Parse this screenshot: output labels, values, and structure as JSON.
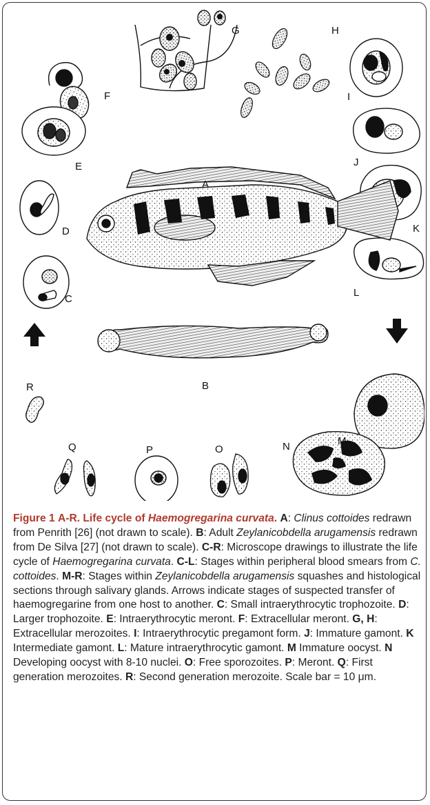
{
  "figure": {
    "panel_labels": [
      "A",
      "B",
      "C",
      "D",
      "E",
      "F",
      "G",
      "H",
      "I",
      "J",
      "K",
      "L",
      "M",
      "N",
      "O",
      "P",
      "Q",
      "R"
    ],
    "colors": {
      "border": "#333333",
      "caption_heading": "#b03a2e",
      "ink": "#111111"
    }
  },
  "caption": {
    "figure_label": "Figure 1",
    "range": "A-R.",
    "title_pre": "Life cycle of",
    "title_species": "Haemogregarina curvata",
    "title_end": ".",
    "items": [
      {
        "k": "A",
        "t1": ": ",
        "i1": "Clinus cottoides",
        "t2": " redrawn from Penrith [26] (not drawn to scale). "
      },
      {
        "k": "B",
        "t1": ": Adult ",
        "i1": "Zeylanicobdella arugamensis",
        "t2": " redrawn from De Silva [27] (not drawn to scale). "
      },
      {
        "k": "C-R",
        "t1": ": Microscope drawings to illustrate the life cycle of ",
        "i1": "Haemogregarina curvata",
        "t2": ". "
      },
      {
        "k": "C-L",
        "t1": ": Stages within peripheral blood smears from ",
        "i1": "C. cottoides",
        "t2": ". "
      },
      {
        "k": "M-R",
        "t1": ": Stages within ",
        "i1": "Zeylanicobdella arugamensis",
        "t2": " squashes and histological sections through salivary glands. Arrows indicate stages of suspected transfer of haemogregarine from one host to another. "
      },
      {
        "k": "C",
        "t1": ": Small intraerythrocytic trophozoite. ",
        "i1": "",
        "t2": ""
      },
      {
        "k": "D",
        "t1": ": Larger trophozoite. ",
        "i1": "",
        "t2": ""
      },
      {
        "k": "E",
        "t1": ": Intraerythrocytic meront. ",
        "i1": "",
        "t2": ""
      },
      {
        "k": "F",
        "t1": ": Extracellular meront. ",
        "i1": "",
        "t2": ""
      },
      {
        "k": "G, H",
        "t1": ": Extracellular merozoites. ",
        "i1": "",
        "t2": ""
      },
      {
        "k": "I",
        "t1": ": Intraerythrocytic pregamont form. ",
        "i1": "",
        "t2": ""
      },
      {
        "k": "J",
        "t1": ": Immature gamont. ",
        "i1": "",
        "t2": ""
      },
      {
        "k": "K",
        "t1": " Intermediate gamont. ",
        "i1": "",
        "t2": ""
      },
      {
        "k": "L",
        "t1": ": Mature intraerythrocytic gamont. ",
        "i1": "",
        "t2": ""
      },
      {
        "k": "M",
        "t1": " Immature oocyst. ",
        "i1": "",
        "t2": ""
      },
      {
        "k": "N",
        "t1": " Developing oocyst with 8-10 nuclei. ",
        "i1": "",
        "t2": ""
      },
      {
        "k": "O",
        "t1": ": Free sporozoites. ",
        "i1": "",
        "t2": ""
      },
      {
        "k": "P",
        "t1": ": Meront. ",
        "i1": "",
        "t2": ""
      },
      {
        "k": "Q",
        "t1": ": First generation merozoites. ",
        "i1": "",
        "t2": ""
      },
      {
        "k": "R",
        "t1": ": Second generation merozoite. Scale bar = 10 μm.",
        "i1": "",
        "t2": ""
      }
    ]
  }
}
